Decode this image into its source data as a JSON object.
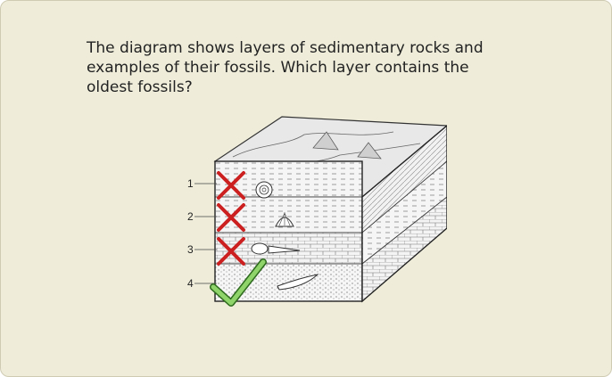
{
  "question": {
    "text": "The diagram shows layers of sedimentary rocks and examples of their fossils. Which layer contains the oldest fossils?"
  },
  "diagram": {
    "layers": [
      {
        "label": "1",
        "mark": "cross"
      },
      {
        "label": "2",
        "mark": "cross"
      },
      {
        "label": "3",
        "mark": "cross"
      },
      {
        "label": "4",
        "mark": "check"
      }
    ],
    "colors": {
      "cross": "#cc1f1f",
      "check": "#56b23c",
      "background": "#efedda"
    }
  }
}
